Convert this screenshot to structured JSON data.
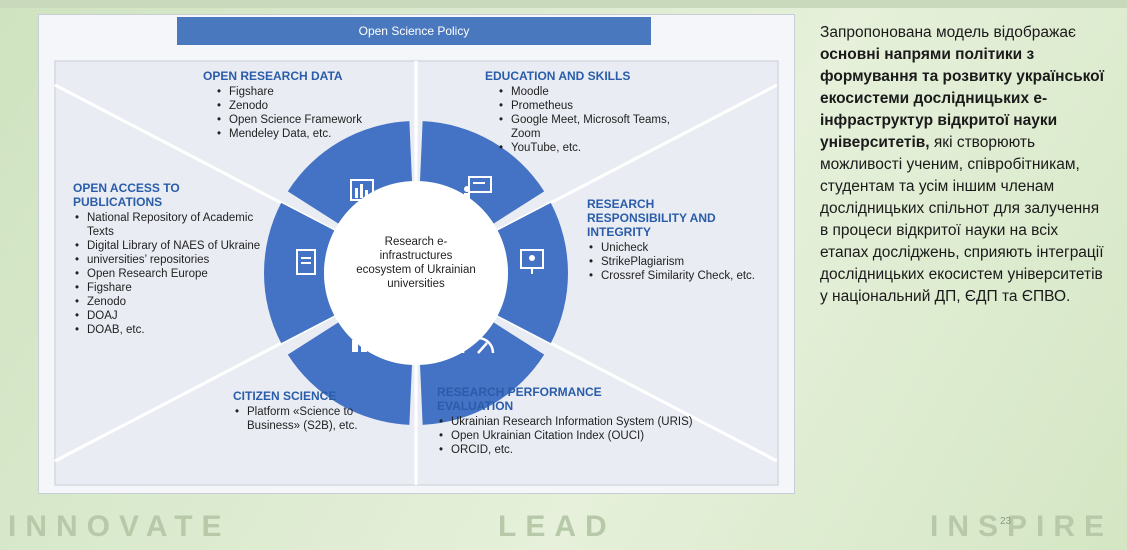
{
  "diagram": {
    "policy_title": "Open Science Policy",
    "center": "Research e-infrastructures ecosystem of Ukrainian universities",
    "sections": {
      "open_research_data": {
        "title": "OPEN RESEARCH DATA",
        "items": [
          "Figshare",
          "Zenodo",
          "Open Science Framework",
          "Mendeley Data, etc."
        ]
      },
      "education_and_skills": {
        "title": "EDUCATION AND SKILLS",
        "items": [
          "Moodle",
          "Prometheus",
          "Google Meet, Microsoft Teams, Zoom",
          "YouTube, etc."
        ]
      },
      "open_access": {
        "title": "OPEN ACCESS TO PUBLICATIONS",
        "items": [
          "National Repository of Academic Texts",
          "Digital Library of NAES of Ukraine",
          "universities’ repositories",
          "Open Research Europe",
          "Figshare",
          "Zenodo",
          "DOAJ",
          "DOAB, etc."
        ]
      },
      "research_responsibility": {
        "title": "RESEARCH RESPONSIBILITY AND INTEGRITY",
        "items": [
          "Unicheck",
          "StrikePlagiarism",
          "Crossref Similarity Check, etc."
        ]
      },
      "citizen_science": {
        "title": "CITIZEN SCIENCE",
        "items": [
          "Platform «Science to Business» (S2B), etc."
        ]
      },
      "research_performance": {
        "title": "RESEARCH PERFORMANCE EVALUATION",
        "items": [
          "Ukrainian Research Information System (URIS)",
          "Open Ukrainian Citation Index (OUCI)",
          "ORCID, etc."
        ]
      }
    },
    "icons": [
      "bar-chart-icon",
      "presentation-icon",
      "document-icon",
      "monitor-chat-icon",
      "people-icon",
      "gauge-icon"
    ],
    "colors": {
      "ring": "#4472c4",
      "accent_text": "#2a5caa",
      "policy_bar": "#4a78bf"
    }
  },
  "side_text": {
    "p1": "Запропонована модель відображає",
    "bold": "основні напрями політики з формування та розвитку української екосистеми дослідницьких е-інфраструктур відкритої науки університетів,",
    "p2": "які створюють можливості ученим, співробітникам, студентам та усім іншим членам дослідницьких спільнот для залучення в процеси відкритої науки на всіх етапах досліджень, сприяють інтеграції дослідницьких екосистем університетів у національний ДП, ЄДП та ЄПВО."
  },
  "footer": {
    "innovate": "INNOVATE",
    "lead": "LEAD",
    "inspire": "INSPIRE",
    "page": "23"
  }
}
